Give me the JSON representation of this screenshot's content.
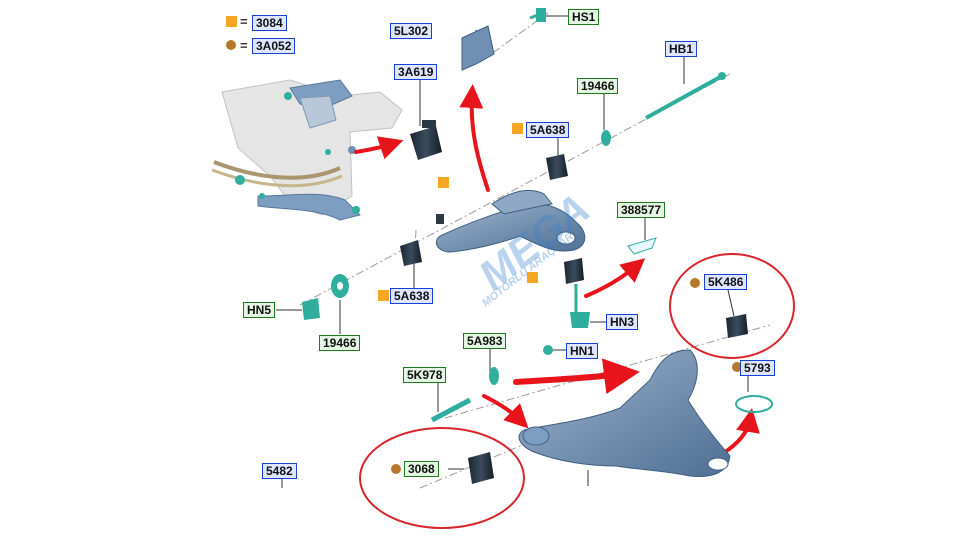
{
  "legend": [
    {
      "code": "3084",
      "marker": "square",
      "color": "#f5a623"
    },
    {
      "code": "3A052",
      "marker": "dot",
      "color": "#b8762a"
    }
  ],
  "legend_equals": "=",
  "labels": {
    "l5L302": "5L302",
    "lHS1": "HS1",
    "l3A619": "3A619",
    "lHB1": "HB1",
    "l19466a": "19466",
    "l5A638a": "5A638",
    "l388577": "388577",
    "l5K486": "5K486",
    "lHN5": "HN5",
    "l5A638b": "5A638",
    "l19466b": "19466",
    "lHN3": "HN3",
    "l5A983": "5A983",
    "lHN1": "HN1",
    "l5K978": "5K978",
    "l5793": "5793",
    "l3068": "3068",
    "l5482": "5482"
  },
  "watermark": {
    "brand": "MEGA",
    "sub": "MOTORLU ARAÇLAR"
  },
  "colors": {
    "label_blue": "#1a3fd6",
    "label_green": "#1f7a1f",
    "arrow_red": "#e8141b",
    "part_blue": "#6f8fb3",
    "bushing_dark": "#24323f",
    "teal": "#2fae9e"
  }
}
